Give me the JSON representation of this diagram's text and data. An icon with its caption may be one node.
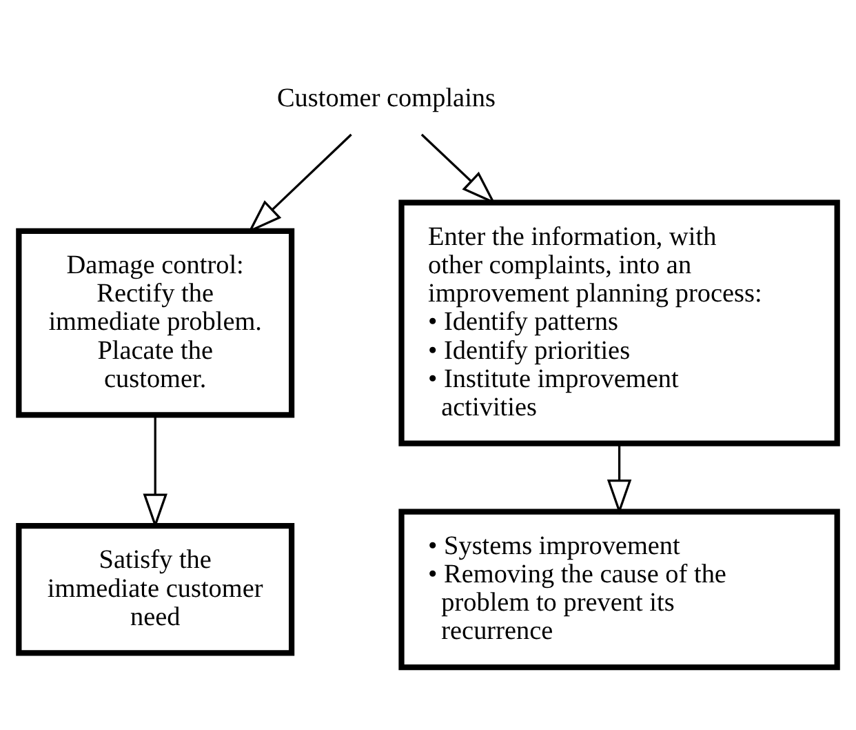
{
  "diagram": {
    "nodes": [
      {
        "text": [
          "Customer complains"
        ]
      },
      {
        "text": [
          "Damage control: Rectify the immediate problem. Placate the customer."
        ]
      },
      {
        "text": [
          "Enter the information, with other complaints, into an improvement planning process:",
          "• Identify patterns",
          "• Identify priorities",
          "• Institute improvement activities"
        ]
      },
      {
        "text": [
          "Satisfy the immediate customer need"
        ]
      },
      {
        "text": [
          "• Systems improvement",
          "• Removing the cause of the problem to prevent its recurrence"
        ]
      }
    ],
    "edges": [
      {
        "from": 0,
        "to": 1,
        "arrow": "to"
      },
      {
        "from": 0,
        "to": 2,
        "arrow": "to"
      },
      {
        "from": 1,
        "to": 3,
        "arrow": "to"
      },
      {
        "from": 2,
        "to": 4,
        "arrow": "to"
      }
    ]
  }
}
